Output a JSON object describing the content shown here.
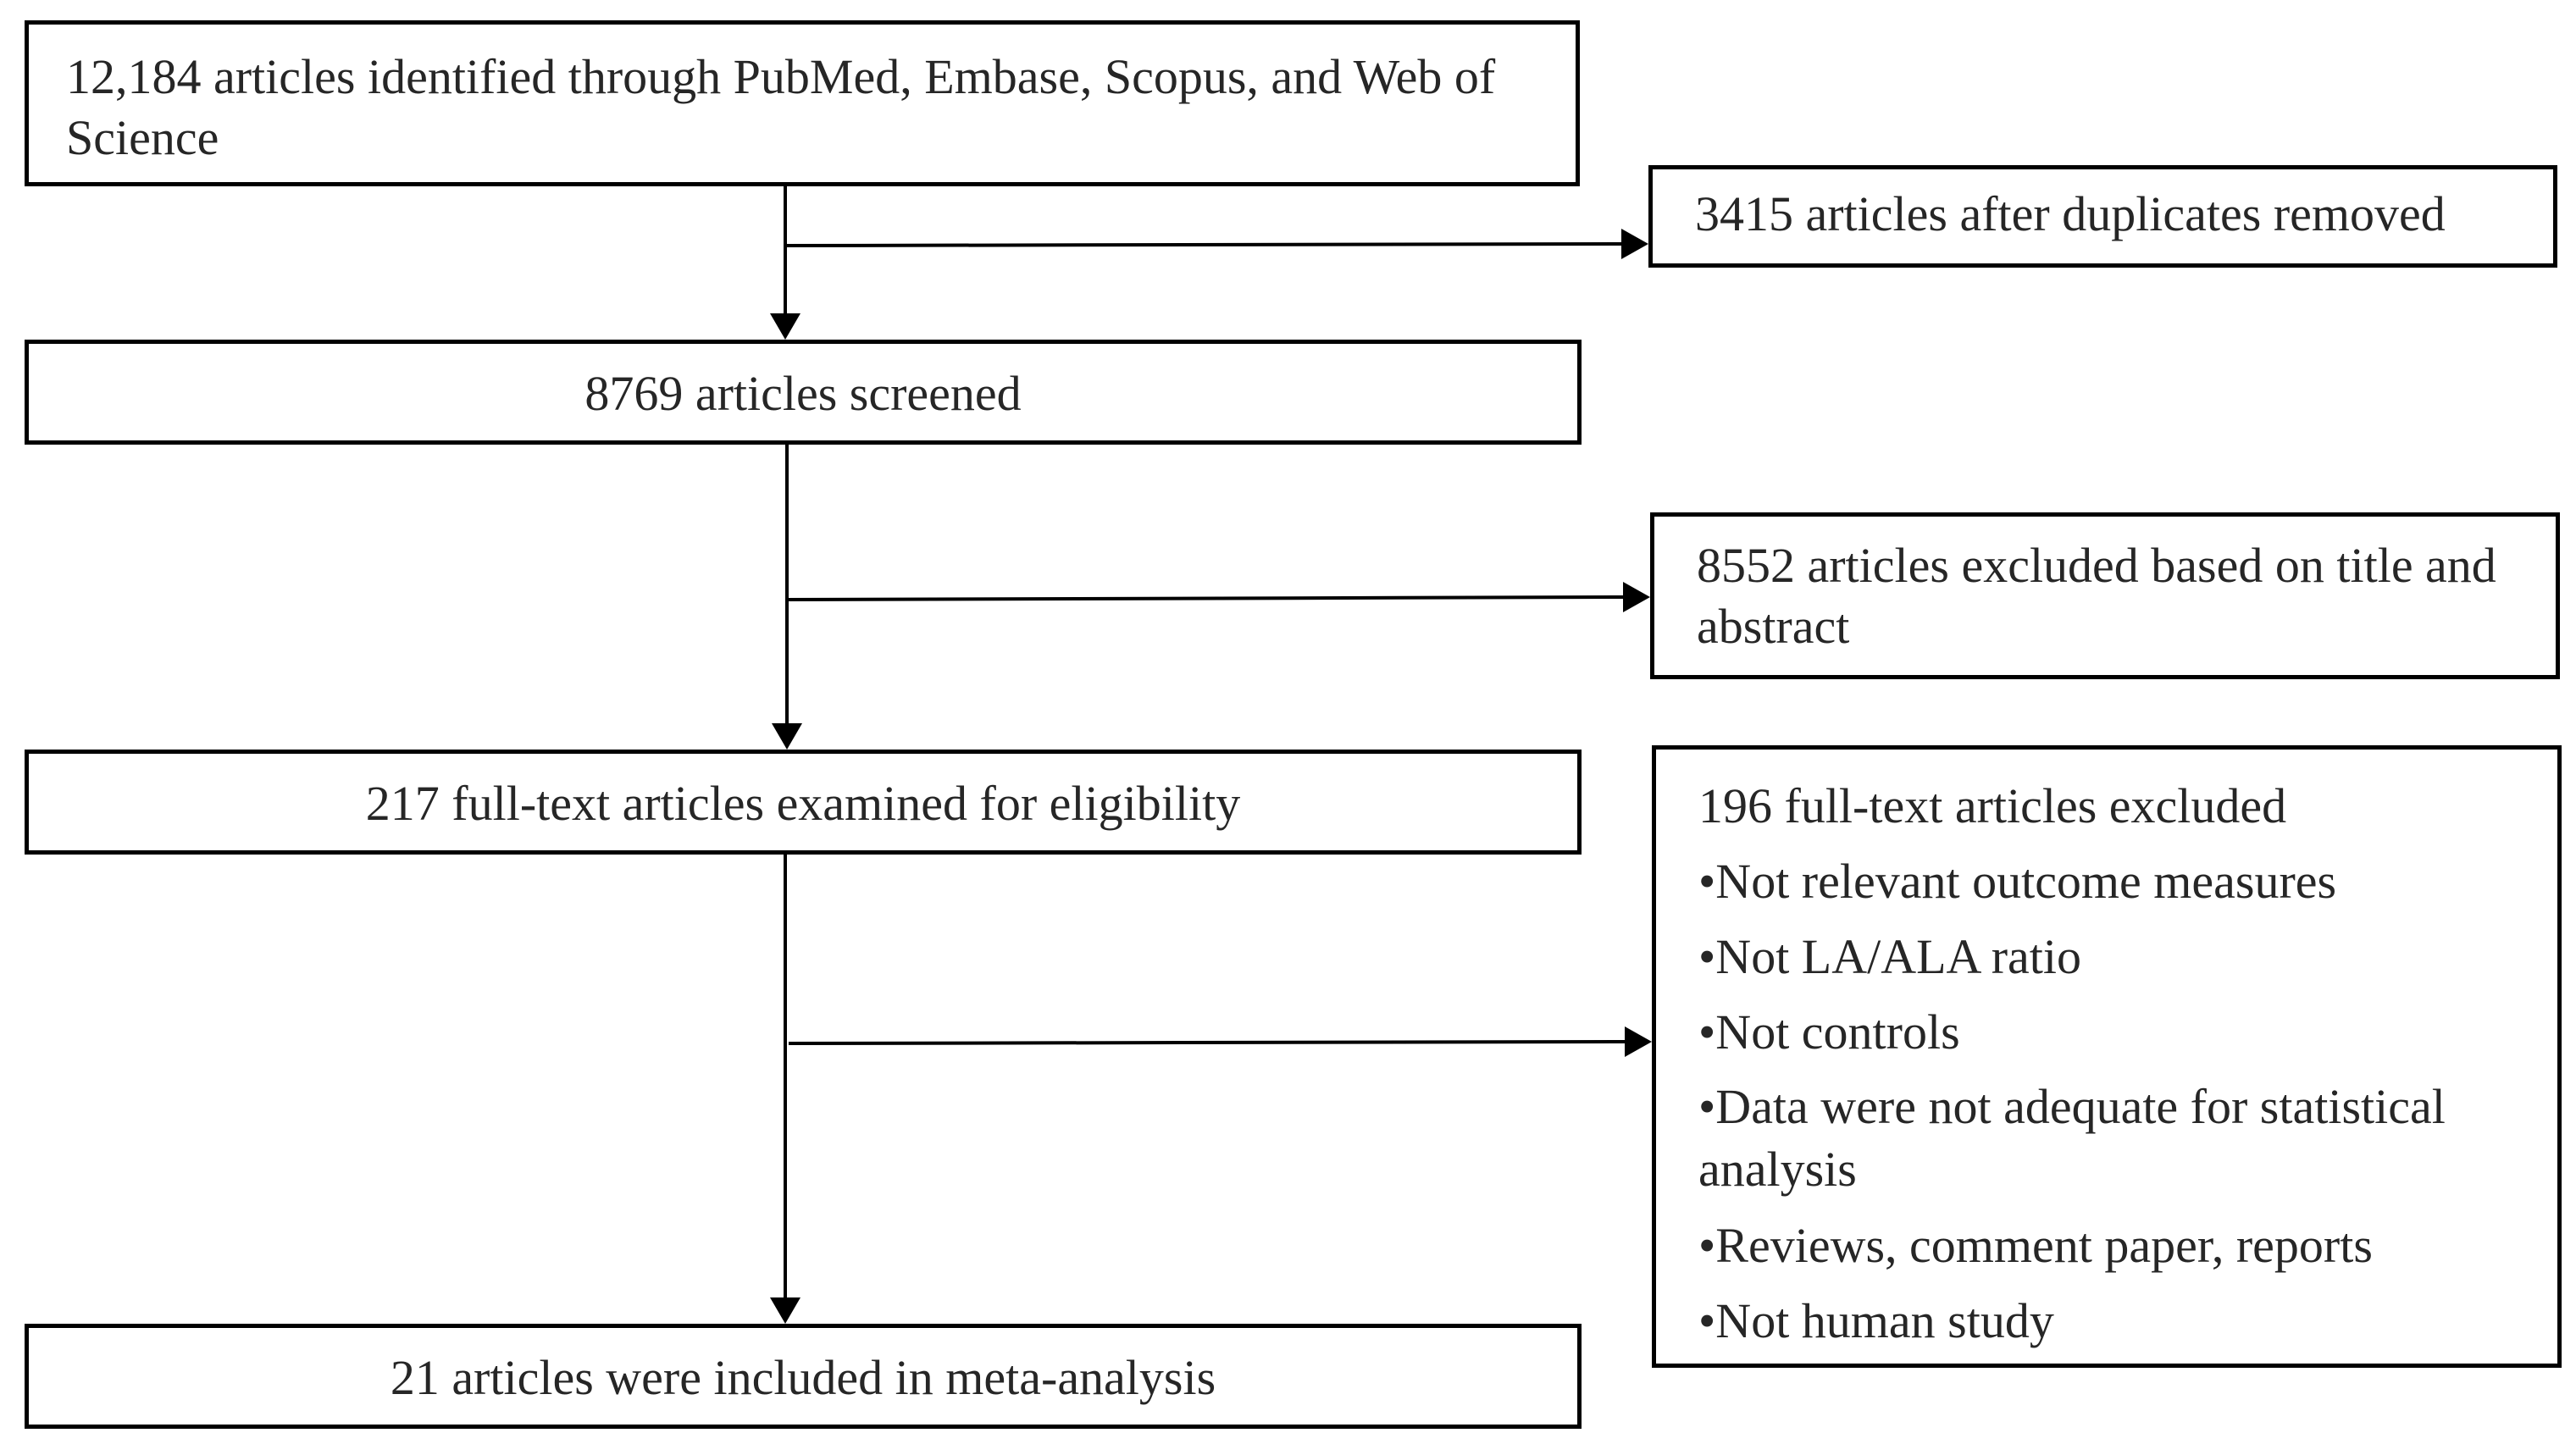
{
  "flowchart": {
    "identified": "12,184 articles identified through PubMed, Embase, Scopus, and Web of Science",
    "duplicates_removed": "3415 articles after duplicates removed",
    "screened": "8769 articles screened",
    "excluded_title_abstract": "8552 articles excluded based on title and abstract",
    "fulltext_examined": "217 full-text articles examined for eligibility",
    "fulltext_excluded": {
      "heading": "196 full-text articles excluded",
      "reasons": [
        "•Not relevant outcome measures",
        "•Not LA/ALA ratio",
        "•Not controls",
        "•Data were not adequate for statistical analysis",
        "•Reviews, comment paper, reports",
        "•Not human study"
      ]
    },
    "included": "21 articles were included in meta-analysis"
  }
}
